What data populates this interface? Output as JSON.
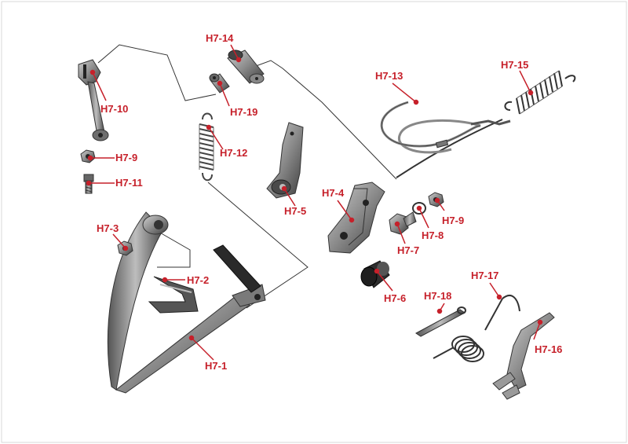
{
  "labels": {
    "h7_1": "H7-1",
    "h7_2": "H7-2",
    "h7_3": "H7-3",
    "h7_4": "H7-4",
    "h7_5": "H7-5",
    "h7_6": "H7-6",
    "h7_7": "H7-7",
    "h7_8": "H7-8",
    "h7_9a": "H7-9",
    "h7_9b": "H7-9",
    "h7_10": "H7-10",
    "h7_11": "H7-11",
    "h7_12": "H7-12",
    "h7_13": "H7-13",
    "h7_14": "H7-14",
    "h7_15": "H7-15",
    "h7_16": "H7-16",
    "h7_17": "H7-17",
    "h7_18": "H7-18",
    "h7_19": "H7-19"
  },
  "colors": {
    "label": "#c6202a",
    "part_dark": "#3a3a3a",
    "part_mid": "#7a7a7a",
    "part_light": "#b5b5b5",
    "guide_line": "#333333",
    "frame": "#d9d9d9"
  }
}
